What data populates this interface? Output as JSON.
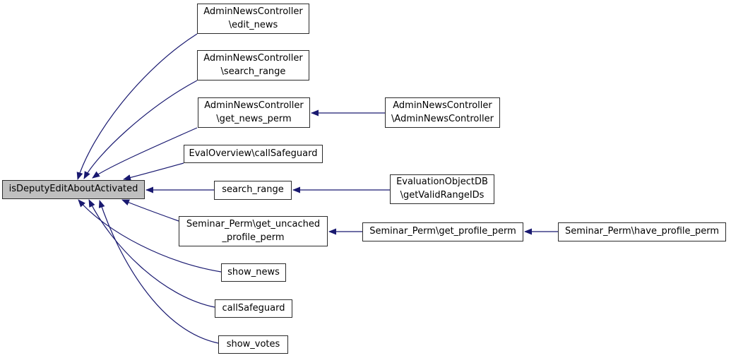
{
  "diagram": {
    "type": "caller-graph",
    "colors": {
      "background": "#ffffff",
      "edge": "#191970",
      "node_border": "#2b2b2b",
      "node_fill": "#ffffff",
      "highlight_fill": "#bfbfbf",
      "text": "#000000"
    },
    "nodes": [
      {
        "id": "main",
        "label": "isDeputyEditAboutActivated",
        "highlighted": true
      },
      {
        "id": "admin-edit-news",
        "label": "AdminNewsController\n\\edit_news"
      },
      {
        "id": "admin-search-range",
        "label": "AdminNewsController\n\\search_range"
      },
      {
        "id": "admin-get-news-perm",
        "label": "AdminNewsController\n\\get_news_perm"
      },
      {
        "id": "admin-constructor",
        "label": "AdminNewsController\n\\AdminNewsController"
      },
      {
        "id": "eval-overview-callsafeguard",
        "label": "EvalOverview\\callSafeguard"
      },
      {
        "id": "search-range",
        "label": "search_range"
      },
      {
        "id": "evaluation-objectdb-getvalidrangeids",
        "label": "EvaluationObjectDB\n\\getValidRangeIDs"
      },
      {
        "id": "seminar-perm-get-uncached-profile-perm",
        "label": "Seminar_Perm\\get_uncached\n_profile_perm"
      },
      {
        "id": "seminar-perm-get-profile-perm",
        "label": "Seminar_Perm\\get_profile_perm"
      },
      {
        "id": "seminar-perm-have-profile-perm",
        "label": "Seminar_Perm\\have_profile_perm"
      },
      {
        "id": "show-news",
        "label": "show_news"
      },
      {
        "id": "call-safeguard",
        "label": "callSafeguard"
      },
      {
        "id": "show-votes",
        "label": "show_votes"
      }
    ],
    "edges": [
      {
        "from": "admin-edit-news",
        "to": "main"
      },
      {
        "from": "admin-search-range",
        "to": "main"
      },
      {
        "from": "admin-get-news-perm",
        "to": "main"
      },
      {
        "from": "eval-overview-callsafeguard",
        "to": "main"
      },
      {
        "from": "search-range",
        "to": "main"
      },
      {
        "from": "seminar-perm-get-uncached-profile-perm",
        "to": "main"
      },
      {
        "from": "show-news",
        "to": "main"
      },
      {
        "from": "call-safeguard",
        "to": "main"
      },
      {
        "from": "show-votes",
        "to": "main"
      },
      {
        "from": "admin-constructor",
        "to": "admin-get-news-perm"
      },
      {
        "from": "evaluation-objectdb-getvalidrangeids",
        "to": "search-range"
      },
      {
        "from": "seminar-perm-get-profile-perm",
        "to": "seminar-perm-get-uncached-profile-perm"
      },
      {
        "from": "seminar-perm-have-profile-perm",
        "to": "seminar-perm-get-profile-perm"
      }
    ]
  }
}
